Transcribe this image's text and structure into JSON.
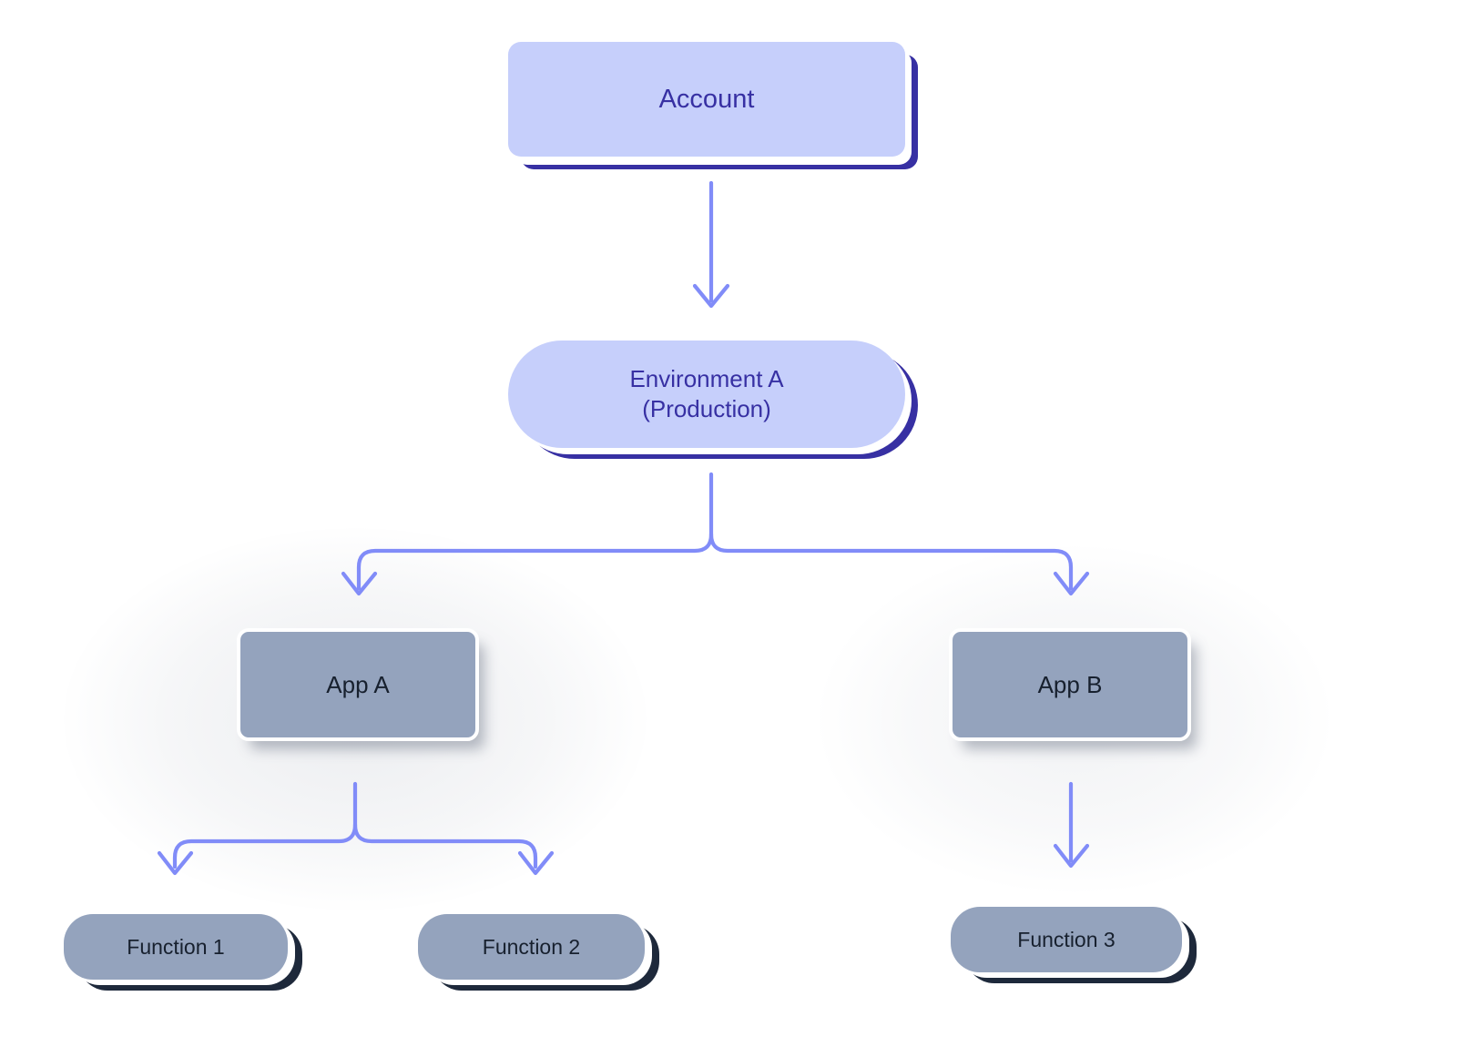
{
  "diagram": {
    "title": "Account to Environment to Apps to Functions hierarchy",
    "background_color": "#ffffff",
    "connector_color": "#818cf8",
    "connector_width": 4
  },
  "palette": {
    "indigo_fill": "#c6cffb",
    "indigo_text": "#3730a3",
    "indigo_shadow": "#3730a3",
    "slate_fill": "#94a3bd",
    "slate_text": "#17202e",
    "slate_border": "#ffffff",
    "navy_shadow": "#1e293b",
    "soft_shadow": "rgba(90,100,120,0.42)"
  },
  "nodes": {
    "account": {
      "label": "Account",
      "shape": "rounded-rectangle",
      "tier": 1
    },
    "environment_a": {
      "label": "Environment A\n(Production)",
      "line1": "Environment A",
      "line2": "(Production)",
      "shape": "stadium",
      "tier": 2
    },
    "app_a": {
      "label": "App A",
      "shape": "rounded-rectangle",
      "tier": 3
    },
    "app_b": {
      "label": "App B",
      "shape": "rounded-rectangle",
      "tier": 3
    },
    "function_1": {
      "label": "Function 1",
      "shape": "stadium",
      "tier": 4
    },
    "function_2": {
      "label": "Function 2",
      "shape": "stadium",
      "tier": 4
    },
    "function_3": {
      "label": "Function 3",
      "shape": "stadium",
      "tier": 4
    }
  },
  "edges": [
    {
      "id": "account-to-environment-a",
      "from": "account",
      "to": "environment_a",
      "style": "straight-arrow"
    },
    {
      "id": "environment-a-to-app-a",
      "from": "environment_a",
      "to": "app_a",
      "style": "elbow-branch-left"
    },
    {
      "id": "environment-a-to-app-b",
      "from": "environment_a",
      "to": "app_b",
      "style": "elbow-branch-right"
    },
    {
      "id": "app-a-to-function-1",
      "from": "app_a",
      "to": "function_1",
      "style": "elbow-branch-left"
    },
    {
      "id": "app-a-to-function-2",
      "from": "app_a",
      "to": "function_2",
      "style": "elbow-branch-right"
    },
    {
      "id": "app-b-to-function-3",
      "from": "app_b",
      "to": "function_3",
      "style": "straight-arrow"
    }
  ]
}
